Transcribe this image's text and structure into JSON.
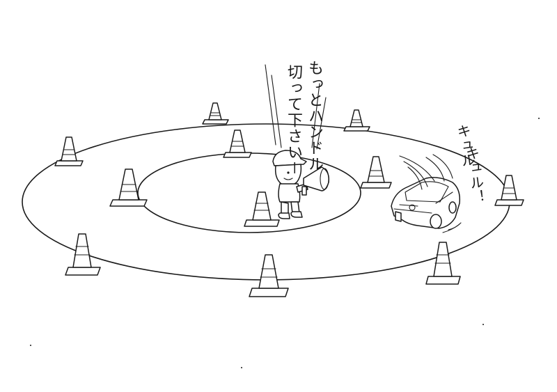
{
  "illustration": {
    "shout": {
      "line1": "もっとハンドル",
      "line2": "切って下さい－"
    },
    "tire_sound": {
      "line1": "キュル",
      "line2": "キュル！"
    }
  }
}
